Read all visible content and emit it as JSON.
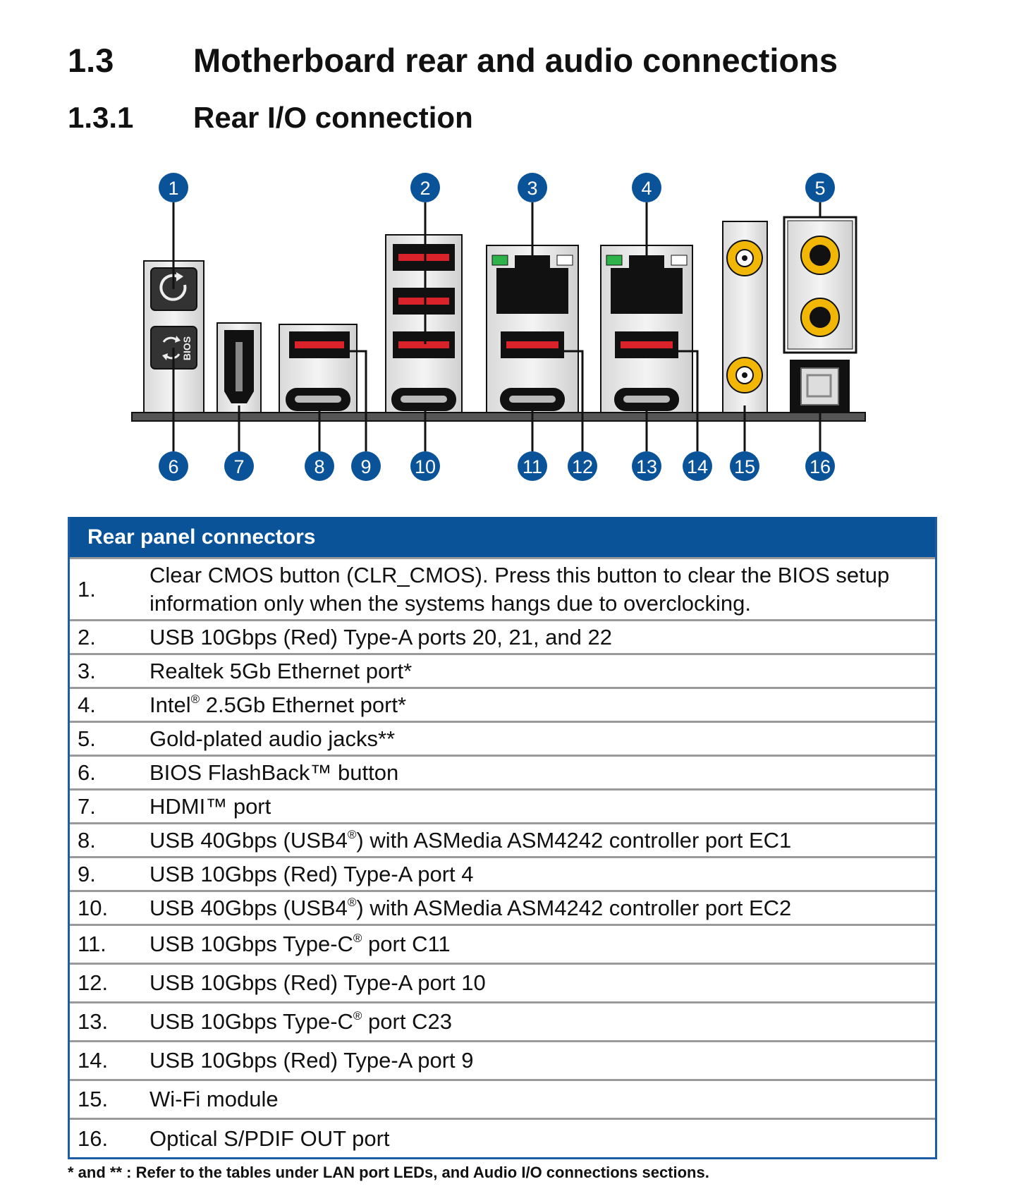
{
  "section": {
    "number": "1.3",
    "title": "Motherboard rear and audio connections"
  },
  "subsection": {
    "number": "1.3.1",
    "title": "Rear I/O connection"
  },
  "diagram": {
    "callouts_top": [
      "1",
      "2",
      "3",
      "4",
      "5"
    ],
    "callouts_bottom": [
      "6",
      "7",
      "8",
      "9",
      "10",
      "11",
      "12",
      "13",
      "14",
      "15",
      "16"
    ],
    "bios_label": "BIOS",
    "colors": {
      "callout": "#0a5399",
      "usb_red": "#d9222a",
      "led_green": "#2db34a",
      "gold": "#f2b705"
    }
  },
  "table": {
    "header": "Rear panel connectors",
    "rows": [
      {
        "idx": "1.",
        "desc": "Clear CMOS button (CLR_CMOS). Press this button to clear the BIOS setup information only when the systems hangs due to overclocking."
      },
      {
        "idx": "2.",
        "desc": "USB 10Gbps (Red) Type-A ports 20, 21, and 22"
      },
      {
        "idx": "3.",
        "desc": "Realtek 5Gb Ethernet port*"
      },
      {
        "idx": "4.",
        "desc_pre": "Intel",
        "desc_sup": "®",
        "desc_post": " 2.5Gb Ethernet port*"
      },
      {
        "idx": "5.",
        "desc": "Gold-plated audio jacks**"
      },
      {
        "idx": "6.",
        "desc": "BIOS FlashBack™ button"
      },
      {
        "idx": "7.",
        "desc": "HDMI™ port"
      },
      {
        "idx": "8.",
        "desc_pre": "USB 40Gbps (USB4",
        "desc_sup": "®",
        "desc_post": ") with ASMedia ASM4242 controller port EC1"
      },
      {
        "idx": "9.",
        "desc": "USB 10Gbps (Red) Type-A port 4"
      },
      {
        "idx": "10.",
        "desc_pre": "USB 40Gbps (USB4",
        "desc_sup": "®",
        "desc_post": ") with ASMedia ASM4242 controller port EC2"
      },
      {
        "idx": "11.",
        "desc_pre": "USB 10Gbps Type-C",
        "desc_sup": "®",
        "desc_post": " port C11"
      },
      {
        "idx": "12.",
        "desc": "USB 10Gbps (Red) Type-A port 10"
      },
      {
        "idx": "13.",
        "desc_pre": "USB 10Gbps Type-C",
        "desc_sup": "®",
        "desc_post": " port C23"
      },
      {
        "idx": "14.",
        "desc": "USB 10Gbps (Red) Type-A port 9"
      },
      {
        "idx": "15.",
        "desc": "Wi-Fi module"
      },
      {
        "idx": "16.",
        "desc": "Optical S/PDIF OUT port"
      }
    ]
  },
  "footnote": "* and ** : Refer to the tables under LAN port LEDs, and Audio I/O connections sections."
}
